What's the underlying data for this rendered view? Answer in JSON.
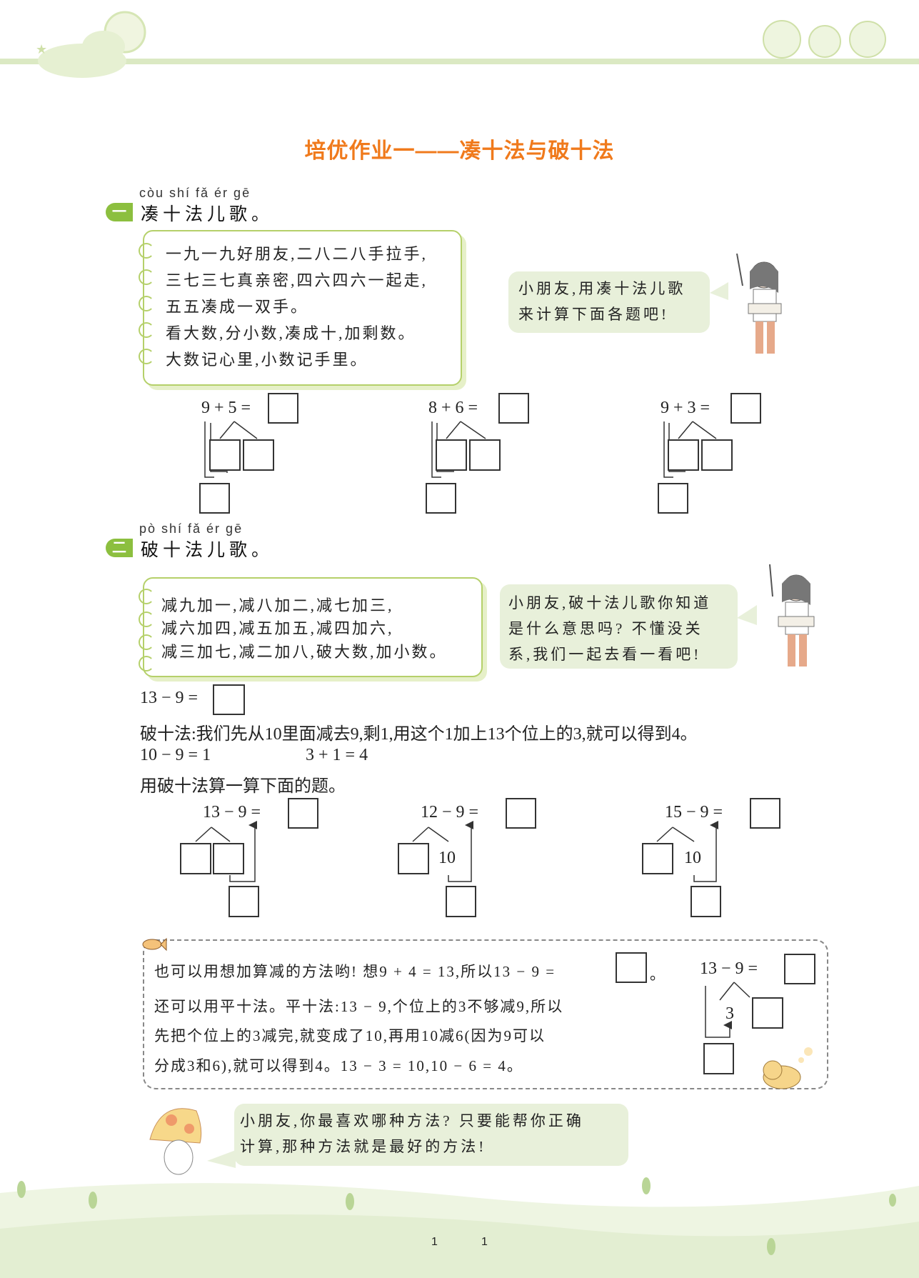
{
  "title": "培优作业一——凑十法与破十法",
  "section1": {
    "badge": "一",
    "pinyin": "còu shí fǎ ér gē",
    "heading": "凑十法儿歌。",
    "song": [
      "一九一九好朋友,二八二八手拉手,",
      "三七三七真亲密,四六四六一起走,",
      "五五凑成一双手。",
      "看大数,分小数,凑成十,加剩数。",
      "大数记心里,小数记手里。"
    ],
    "bubble": [
      "小朋友,用凑十法儿歌",
      "来计算下面各题吧!"
    ],
    "problems": [
      "9 + 5 =",
      "8 + 6 =",
      "9 + 3 ="
    ]
  },
  "section2": {
    "badge": "二",
    "pinyin": "pò shí fǎ ér gē",
    "heading": "破十法儿歌。",
    "song": [
      "减九加一,减八加二,减七加三,",
      "减六加四,减五加五,减四加六,",
      "减三加七,减二加八,破大数,加小数。"
    ],
    "bubble": [
      "小朋友,破十法儿歌你知道",
      "是什么意思吗? 不懂没关",
      "系,我们一起去看一看吧!"
    ],
    "example_eq": "13 − 9 =",
    "explain": "破十法:我们先从10里面减去9,剩1,用这个1加上13个位上的3,就可以得到4。",
    "step1": "10 − 9 = 1",
    "step2": "3 + 1 = 4",
    "instruction": "用破十法算一算下面的题。",
    "problems": [
      {
        "eq": "13 − 9 =",
        "given": ""
      },
      {
        "eq": "12 − 9 =",
        "given": "10"
      },
      {
        "eq": "15 − 9 =",
        "given": "10"
      }
    ]
  },
  "tip": {
    "line1a": "也可以用想加算减的方法哟! 想9 + 4 = 13,所以13 − 9 =",
    "line1b": "。",
    "lines": [
      "还可以用平十法。平十法:13 − 9,个位上的3不够减9,所以",
      "先把个位上的3减完,就变成了10,再用10减6(因为9可以",
      "分成3和6),就可以得到4。13 − 3 = 10,10 − 6 = 4。"
    ],
    "diagram_eq": "13 − 9 =",
    "diagram_given": "3"
  },
  "closing_bubble": [
    "小朋友,你最喜欢哪种方法? 只要能帮你正确",
    "计算,那种方法就是最好的方法!"
  ],
  "page_numbers": [
    "1",
    "1"
  ],
  "colors": {
    "accent": "#f07a1c",
    "green": "#8cbf3f",
    "bubble": "#e8f0da"
  }
}
